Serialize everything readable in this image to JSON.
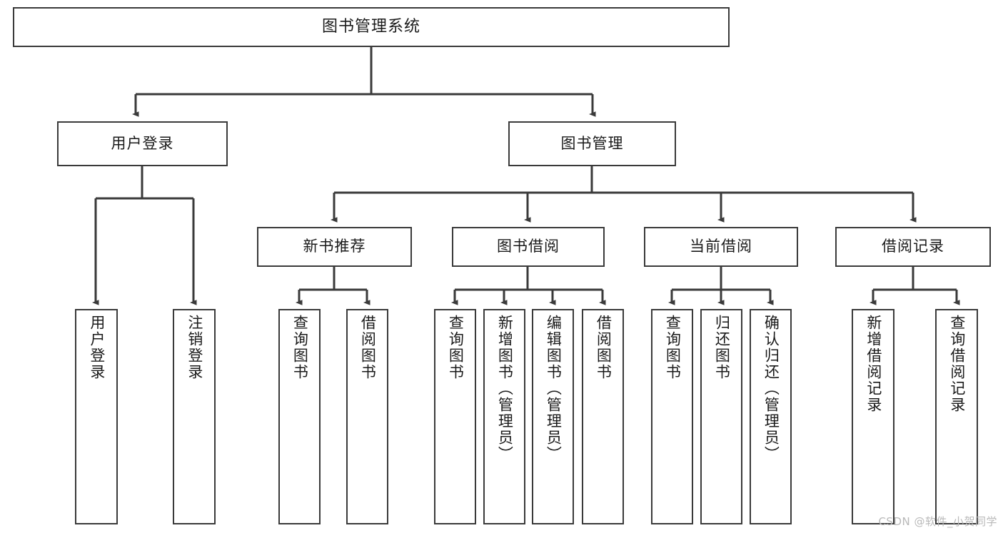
{
  "diagram": {
    "type": "tree",
    "title": "图书管理系统",
    "background_color": "#ffffff",
    "line_color": "#3a3a3a",
    "text_color": "#1a1a1a",
    "root": {
      "label": "图书管理系统"
    },
    "level2": [
      {
        "label": "用户登录"
      },
      {
        "label": "图书管理"
      }
    ],
    "level3": [
      {
        "label": "新书推荐"
      },
      {
        "label": "图书借阅"
      },
      {
        "label": "当前借阅"
      },
      {
        "label": "借阅记录"
      }
    ],
    "leaves": {
      "user_login": [
        {
          "label": "用户登录"
        },
        {
          "label": "注销登录"
        }
      ],
      "new_book_recommend": [
        {
          "label": "查询图书"
        },
        {
          "label": "借阅图书"
        }
      ],
      "book_borrow": [
        {
          "label": "查询图书"
        },
        {
          "label": "新增图书（管理员）"
        },
        {
          "label": "编辑图书（管理员）"
        },
        {
          "label": "借阅图书"
        }
      ],
      "current_borrow": [
        {
          "label": "查询图书"
        },
        {
          "label": "归还图书"
        },
        {
          "label": "确认归还（管理员）"
        }
      ],
      "borrow_record": [
        {
          "label": "新增借阅记录"
        },
        {
          "label": "查询借阅记录"
        }
      ]
    }
  },
  "watermark": {
    "text": "CSDN @软件_小贺同学"
  }
}
